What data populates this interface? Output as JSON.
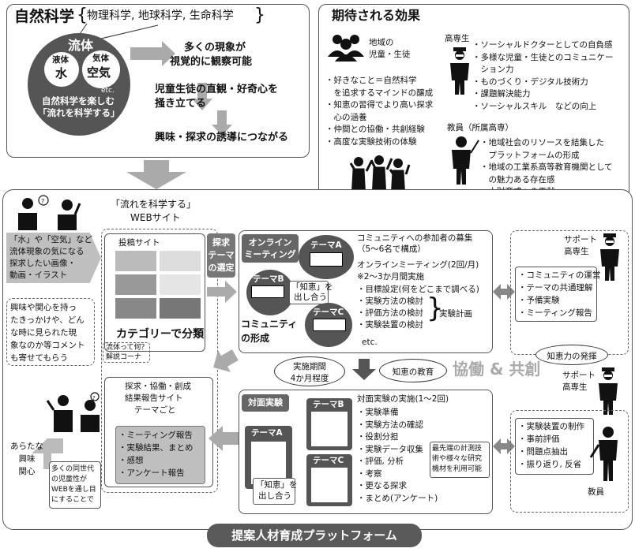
{
  "science": {
    "title": "自然科学",
    "subjects": "物理科学, 地球科学, 生命科学",
    "fluid": "流体",
    "liquid": "液体",
    "water": "水",
    "gas": "気体",
    "air": "空気",
    "etc": "etc.",
    "enjoy_line1": "自然科学を楽しむ",
    "enjoy_line2": "「流れを科学する」",
    "obs_line1": "多くの現象が",
    "obs_line2": "視覚的に観察可能",
    "curi_line1": "児童生徒の直観・好奇心を",
    "curi_line2": "掻き立てる",
    "lead": "興味・探求の誘導につながる"
  },
  "effects": {
    "title": "期待される効果",
    "students_line1": "地域の",
    "students_line2": "児童・生徒",
    "student_items": [
      "・好きなこと＝自然科学",
      "　を追求するマインドの醸成",
      "・知恵の習得でより高い探求",
      "　心の涵養",
      "・仲間との協働・共創経験",
      "・高度な実験技術の体験"
    ],
    "kosen_label": "高専生",
    "kosen_items": [
      "・ソーシャルドクターとしての自負感",
      "・多様な児童・生徒とのコミュニケー",
      "　ション力",
      "・ものづくり・デジタル技術力",
      "・課題解決能力",
      "・ソーシャルスキル　などの向上"
    ],
    "teacher_label": "教員（所属高専）",
    "teacher_items": [
      "・地域社会のリソースを結集した",
      "　プラットフォームの形成",
      "・地域の工業系高等教育機関として",
      "　の魅力ある存在感",
      "・人財育成への貢献"
    ]
  },
  "platform": {
    "title": "提案人材育成プラットフォーム",
    "intro_text": [
      "「水」や「空気」など",
      "流体現象の気になる",
      "探求したい画像・",
      "動画・イラスト"
    ],
    "comment_text": [
      "興味や関心を持っ",
      "たきっかけや、どん",
      "な時に見られた現",
      "象なのか等コメント",
      "も寄せてもらう"
    ],
    "web_line1": "「流れを科学する」",
    "web_line2": "WEBサイト",
    "post_site": "投稿サイト",
    "category": "カテゴリーで分類",
    "explain_line1": "流体って何？",
    "explain_line2": "解説コーナ",
    "theme_sel": [
      "探求",
      "テーマ",
      "の選定"
    ],
    "online_line1": "オンライン",
    "online_line2": "ミーティング",
    "theme_a": "テーマA",
    "theme_b": "テーマB",
    "theme_c": "テーマC",
    "wisdom_line1": "「知恵」を",
    "wisdom_line2": "出し合う",
    "community_line1": "コミュニティ",
    "community_line2": "の形成",
    "recruit_line1": "コミュニティへの参加者の募集",
    "recruit_line2": "（5～6名で構成）",
    "online_freq": "オンラインミーティング(2回/月)",
    "online_period": "※2～3か月間実施",
    "online_items": [
      "・目標設定(何をどこまで調べる)",
      "・実験方法の検討",
      "・評価方法の検討",
      "・実験装置の検討"
    ],
    "online_etc": "etc.",
    "exp_plan": "実験計画",
    "period_line1": "実施期間",
    "period_line2": "4か月程度",
    "wisdom_edu": "知恵の教育",
    "collab": "協働 & 共創",
    "wisdom_power": "知恵力の発揮",
    "support_line1": "サポート",
    "support_line2": "高専生",
    "support_items": [
      "・コミュニティの運営",
      "・テーマの共通理解",
      "・予備実験",
      "・ミーティング報告"
    ],
    "report_line1": "探求・協働・創成",
    "report_line2": "結果報告サイト",
    "report_line3": "テーマごと",
    "report_items": [
      "・ミーティング報告",
      "・実験結果、まとめ",
      "・感想",
      "・アンケート報告"
    ],
    "new_interest": [
      "あらたな",
      "興味",
      "関心"
    ],
    "peer_text": [
      "多くの同世代",
      "の児童性が",
      "WEBを通し目",
      "にすることで"
    ],
    "face_exp": "対面実験",
    "face_title": "対面実験の実施(1～2回)",
    "face_items": [
      "・実験準備",
      "・実験方法の確認",
      "・役割分担",
      "・実験データ収集",
      "・評価, 分析",
      "・考察",
      "・更なる探求",
      "・まとめ(アンケート)"
    ],
    "advanced": [
      "最先端の計測技",
      "術や様々な研究",
      "機材を利用可能"
    ],
    "teacher": "教員",
    "teacher_items": [
      "・実験装置の制作",
      "・事前評価",
      "・問題点抽出",
      "・振り返り, 反省"
    ]
  }
}
